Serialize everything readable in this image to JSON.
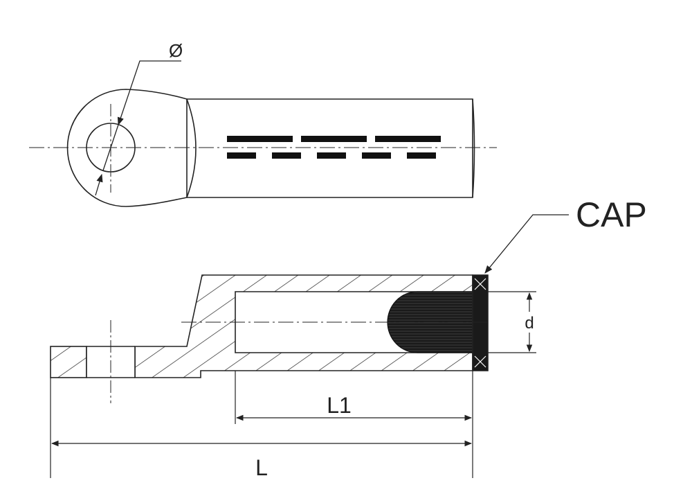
{
  "labels": {
    "diameter": "Ø",
    "cap": "CAP",
    "d": "d",
    "l1": "L1",
    "l": "L"
  },
  "colors": {
    "line": "#222222",
    "paper": "#ffffff",
    "cable": "#1a1a1a"
  }
}
